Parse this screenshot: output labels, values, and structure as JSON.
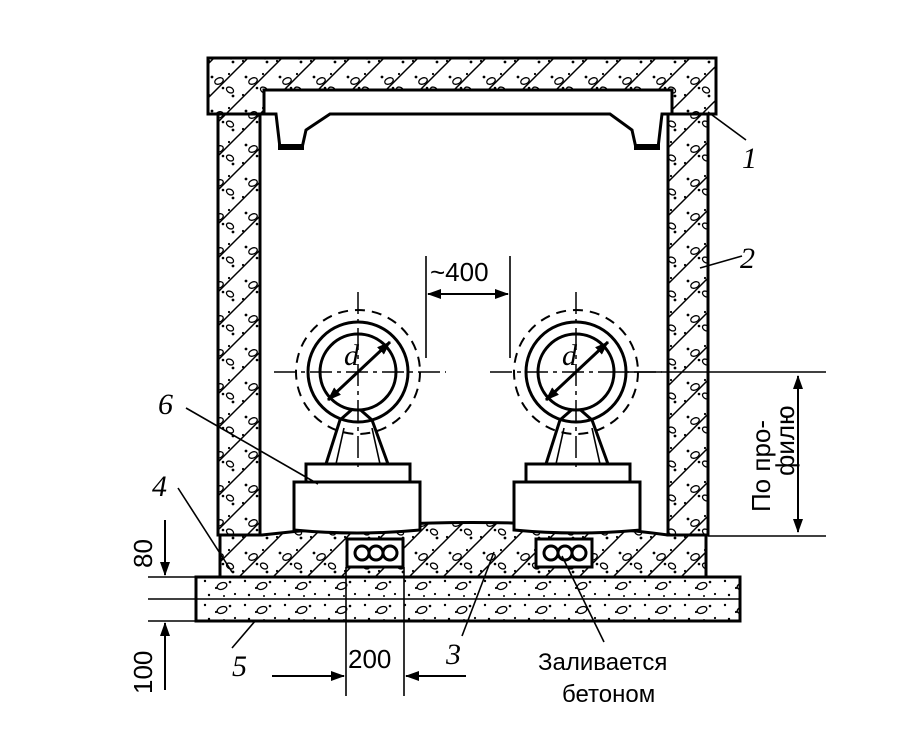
{
  "labels": {
    "l1": "1",
    "l2": "2",
    "l3": "3",
    "l4": "4",
    "l5": "5",
    "l6": "6"
  },
  "dimensions": {
    "spacing": "~400",
    "base_width": "200",
    "layer_top": "80",
    "layer_bottom": "100",
    "profile_line1": "По про-",
    "profile_line2": "филю"
  },
  "pipe_symbol": "d",
  "note": {
    "line1": "Заливается",
    "line2": "бетоном"
  }
}
